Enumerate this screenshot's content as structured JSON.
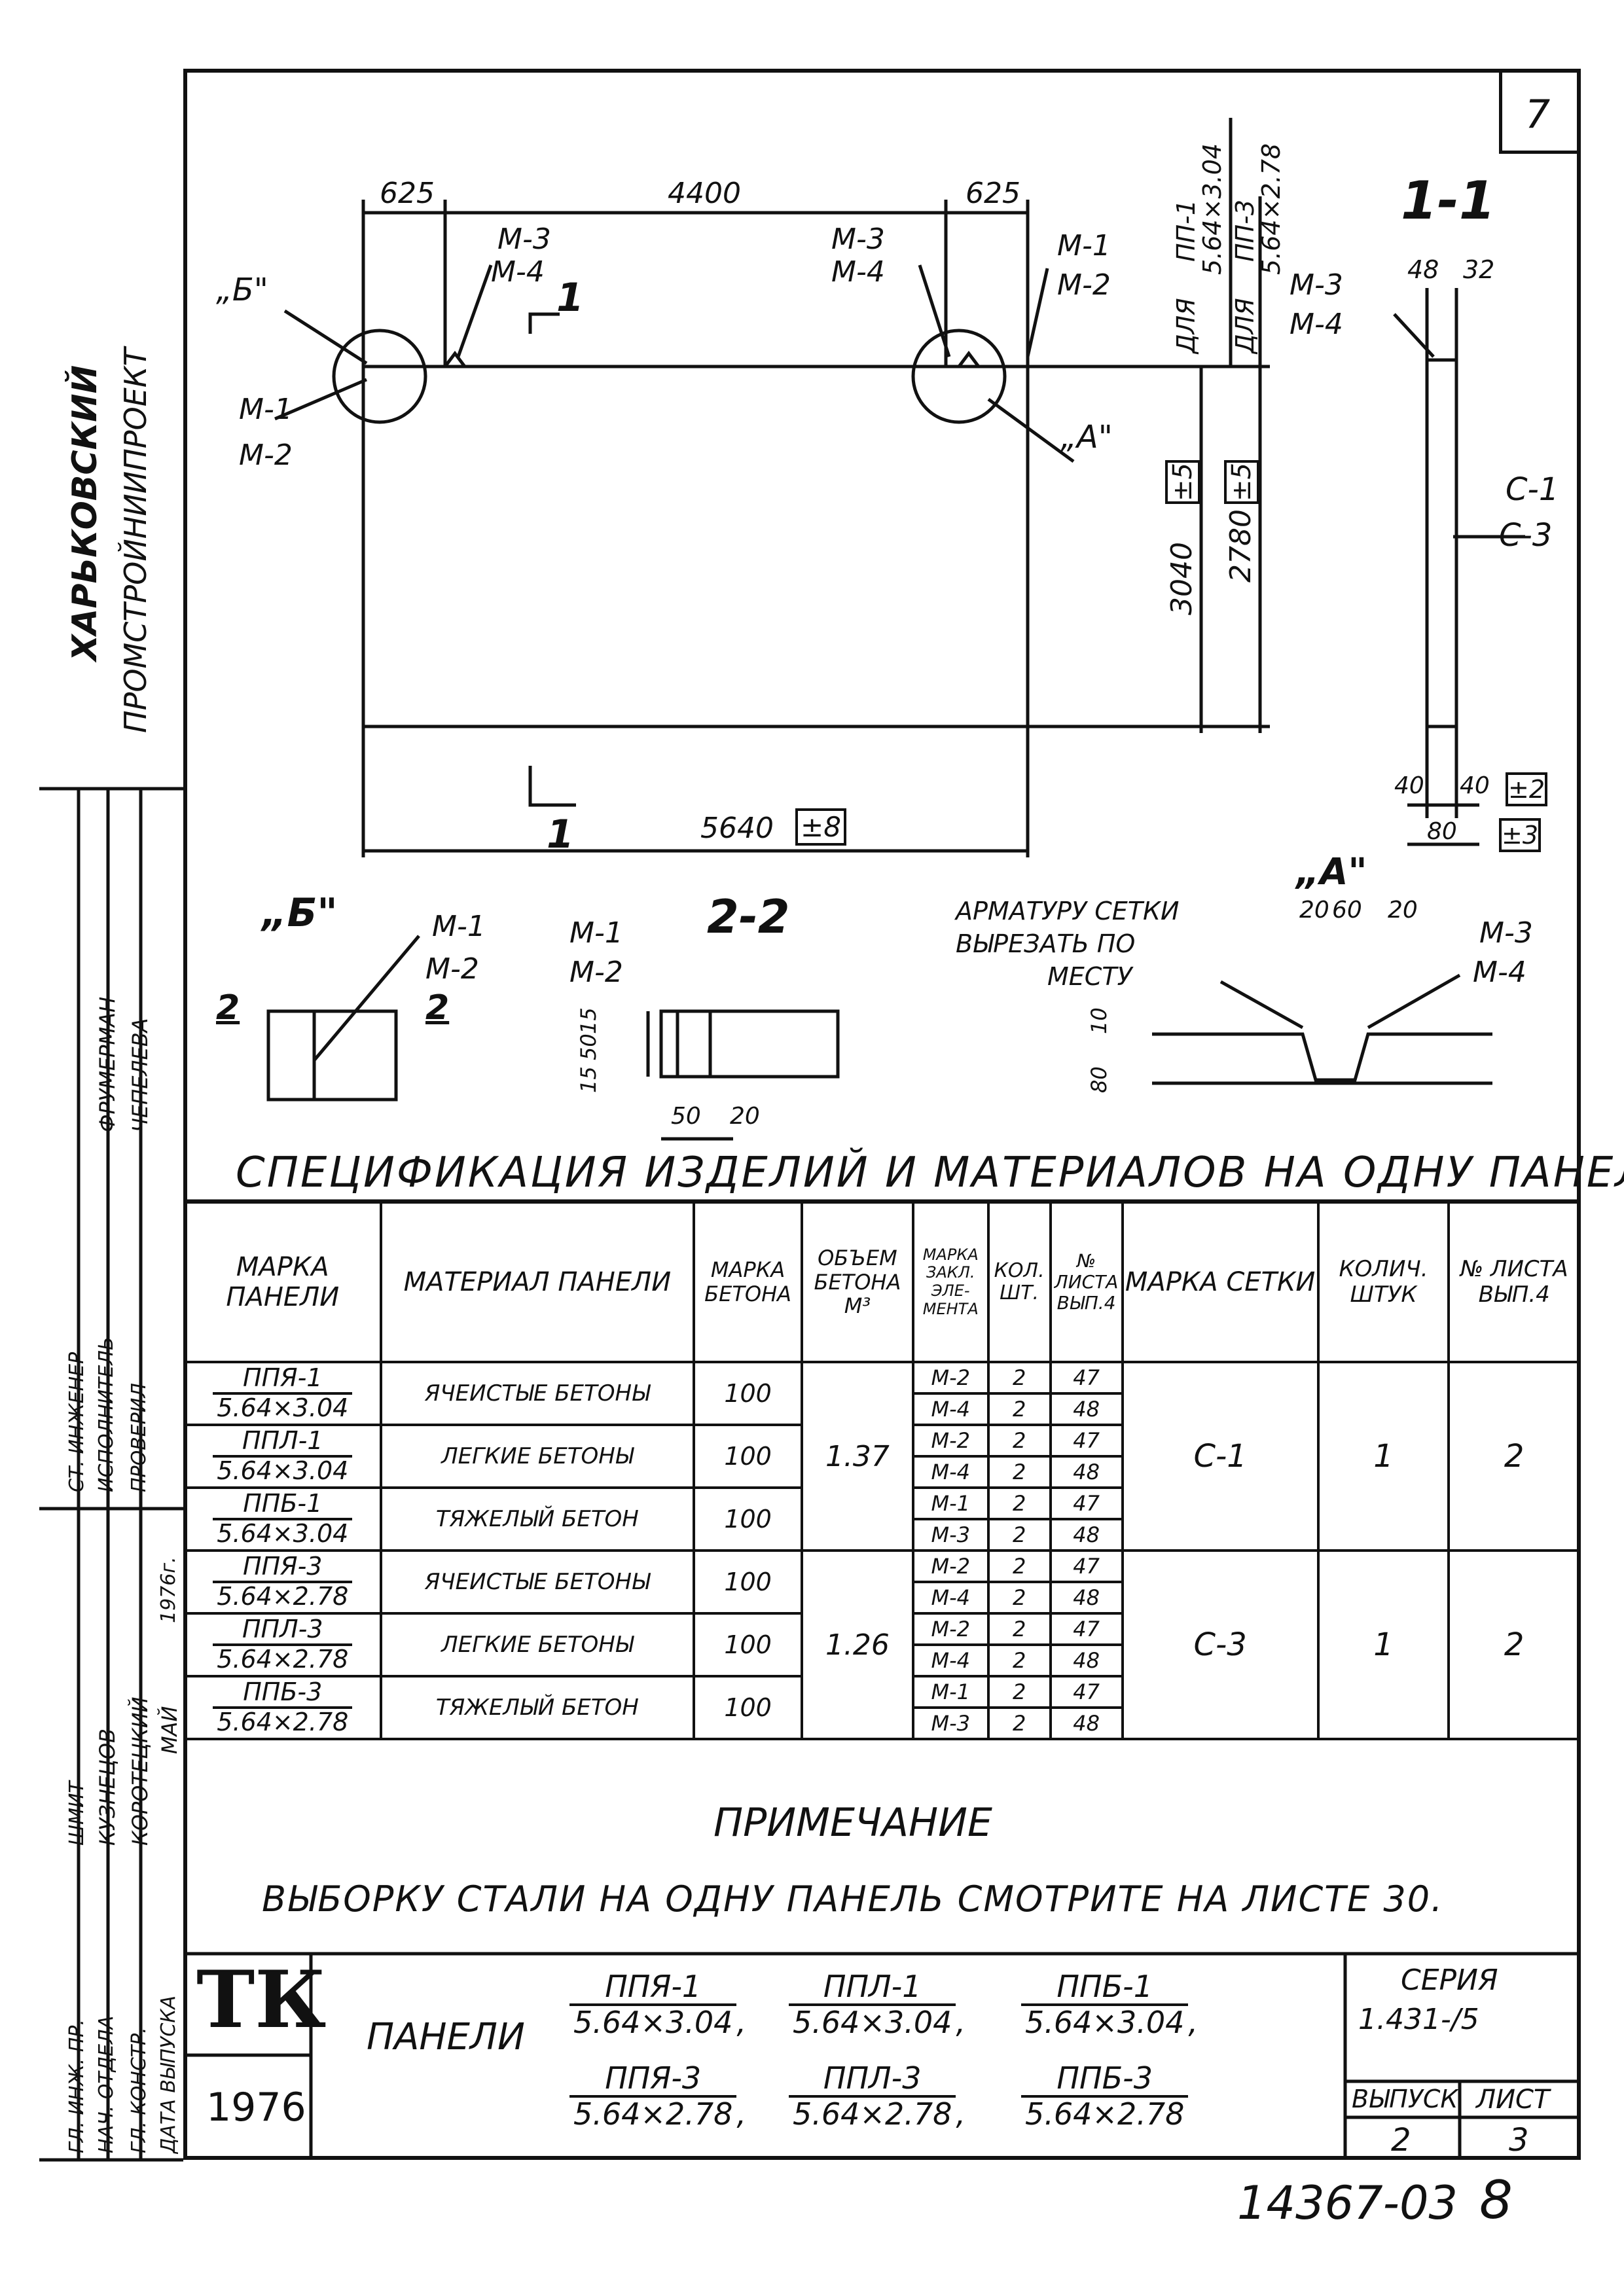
{
  "sheet": {
    "page_corner_number": "7",
    "archive_number": "14367-03",
    "archive_page": "8"
  },
  "org": {
    "line1": "ХАРЬКОВСКИЙ",
    "line2": "ПРОМСТРОЙНИИПРОЕКТ"
  },
  "signatures": [
    {
      "role": "ГЛ. ИНЖ. ПР.",
      "name": "ШМИТ",
      "date": ""
    },
    {
      "role": "НАЧ. ОТДЕЛА",
      "name": "КУЗНЕЦОВ",
      "date": ""
    },
    {
      "role": "ГЛ. КОНСТР.",
      "name": "КОРОТЕЦКИЙ",
      "date": ""
    },
    {
      "role": "ДАТА ВЫПУСКА",
      "name": "МАЙ",
      "date": "1976г."
    },
    {
      "role": "СТ. ИНЖЕНЕР",
      "name": "",
      "date": ""
    },
    {
      "role": "ИСПОЛНИТЕЛЬ",
      "name": "ФРУМЕРМАН",
      "date": ""
    },
    {
      "role": "ПРОВЕРИЛ",
      "name": "ЧЕПЕЛЕВА",
      "date": ""
    }
  ],
  "drawing": {
    "dims_top": [
      "625",
      "4400",
      "625"
    ],
    "dim_bottom": "5640",
    "dim_bottom_tol": "±8",
    "dim_h1": "3040",
    "dim_h1_tol": "±5",
    "dim_h2": "2780",
    "dim_h2_tol": "±5",
    "for_label1": "ДЛЯ",
    "for_label2": "ДЛЯ",
    "panel_pp1": "ПП-1",
    "panel_pp1_size": "5.64×3.04",
    "panel_pp3": "ПП-3",
    "panel_pp3_size": "5.64×2.78",
    "callout_B": "„Б\"",
    "callout_A": "„А\"",
    "m3": "М-3",
    "m4": "М-4",
    "m1": "М-1",
    "m2": "М-2",
    "section_mark": "1",
    "section_title": "1-1",
    "sec_dims": [
      "48",
      "32"
    ],
    "sec_c1": "С-1",
    "sec_c3": "С-3",
    "sec_bottom": [
      "40",
      "40",
      "±2",
      "80",
      "±3"
    ],
    "detail_B_title": "„Б\"",
    "section22_title": "2-2",
    "sec2_mark": "2",
    "d22_dims": [
      "15",
      "50",
      "15",
      "50",
      "20"
    ],
    "detail_A_title": "„А\"",
    "detail_A_note_line1": "АРМАТУРУ СЕТКИ",
    "detail_A_note_line2": "ВЫРЕЗАТЬ ПО",
    "detail_A_note_line3": "МЕСТУ",
    "detail_A_dims": [
      "20",
      "60",
      "20",
      "10",
      "80"
    ]
  },
  "spec": {
    "title": "СПЕЦИФИКАЦИЯ ИЗДЕЛИЙ И МАТЕРИАЛОВ НА ОДНУ ПАНЕЛЬ",
    "headers": {
      "panel": "МАРКА ПАНЕЛИ",
      "material": "МАТЕРИАЛ ПАНЕЛИ",
      "concrete": "МАРКА БЕТОНА",
      "volume": "ОБЪЕМ БЕТОНА М³",
      "embed": "МАРКА ЗАКЛ. ЭЛЕ-МЕНТА",
      "qty": "КОЛ. ШТ.",
      "sheet": "№ ЛИСТА ВЫП.4",
      "mesh": "МАРКА СЕТКИ",
      "mesh_qty": "КОЛИЧ. ШТУК",
      "mesh_sheet": "№ ЛИСТА ВЫП.4"
    },
    "rows": [
      {
        "mark": "ППЯ-1",
        "size": "5.64×3.04",
        "material": "ЯЧЕИСТЫЕ БЕТОНЫ",
        "concrete": "100",
        "el": [
          {
            "m": "М-2",
            "q": "2",
            "s": "47"
          },
          {
            "m": "М-4",
            "q": "2",
            "s": "48"
          }
        ]
      },
      {
        "mark": "ППЛ-1",
        "size": "5.64×3.04",
        "material": "ЛЕГКИЕ БЕТОНЫ",
        "concrete": "100",
        "el": [
          {
            "m": "М-2",
            "q": "2",
            "s": "47"
          },
          {
            "m": "М-4",
            "q": "2",
            "s": "48"
          }
        ]
      },
      {
        "mark": "ППБ-1",
        "size": "5.64×3.04",
        "material": "ТЯЖЕЛЫЙ БЕТОН",
        "concrete": "100",
        "el": [
          {
            "m": "М-1",
            "q": "2",
            "s": "47"
          },
          {
            "m": "М-3",
            "q": "2",
            "s": "48"
          }
        ]
      },
      {
        "mark": "ППЯ-3",
        "size": "5.64×2.78",
        "material": "ЯЧЕИСТЫЕ БЕТОНЫ",
        "concrete": "100",
        "el": [
          {
            "m": "М-2",
            "q": "2",
            "s": "47"
          },
          {
            "m": "М-4",
            "q": "2",
            "s": "48"
          }
        ]
      },
      {
        "mark": "ППЛ-3",
        "size": "5.64×2.78",
        "material": "ЛЕГКИЕ БЕТОНЫ",
        "concrete": "100",
        "el": [
          {
            "m": "М-2",
            "q": "2",
            "s": "47"
          },
          {
            "m": "М-4",
            "q": "2",
            "s": "48"
          }
        ]
      },
      {
        "mark": "ППБ-3",
        "size": "5.64×2.78",
        "material": "ТЯЖЕЛЫЙ БЕТОН",
        "concrete": "100",
        "el": [
          {
            "m": "М-1",
            "q": "2",
            "s": "47"
          },
          {
            "m": "М-3",
            "q": "2",
            "s": "48"
          }
        ]
      }
    ],
    "group1": {
      "volume": "1.37",
      "mesh": "С-1",
      "mesh_qty": "1",
      "mesh_sheet": "2"
    },
    "group2": {
      "volume": "1.26",
      "mesh": "С-3",
      "mesh_qty": "1",
      "mesh_sheet": "2"
    }
  },
  "note": {
    "title": "ПРИМЕЧАНИЕ",
    "text": "ВЫБОРКУ СТАЛИ НА ОДНУ ПАНЕЛЬ СМОТРИТЕ НА ЛИСТЕ 30."
  },
  "stamp": {
    "logo": "ТК",
    "year": "1976",
    "label": "ПАНЕЛИ",
    "p1": "ППЯ-1",
    "p1s": "5.64×3.04",
    "p2": "ППЛ-1",
    "p2s": "5.64×3.04",
    "p3": "ППБ-1",
    "p3s": "5.64×3.04",
    "p4": "ППЯ-3",
    "p4s": "5.64×2.78",
    "p5": "ППЛ-3",
    "p5s": "5.64×2.78",
    "p6": "ППБ-3",
    "p6s": "5.64×2.78",
    "series_label": "СЕРИЯ",
    "series": "1.431-/5",
    "issue_label": "ВЫПУСК",
    "issue": "2",
    "sheet_label": "ЛИСТ",
    "sheet": "3"
  }
}
